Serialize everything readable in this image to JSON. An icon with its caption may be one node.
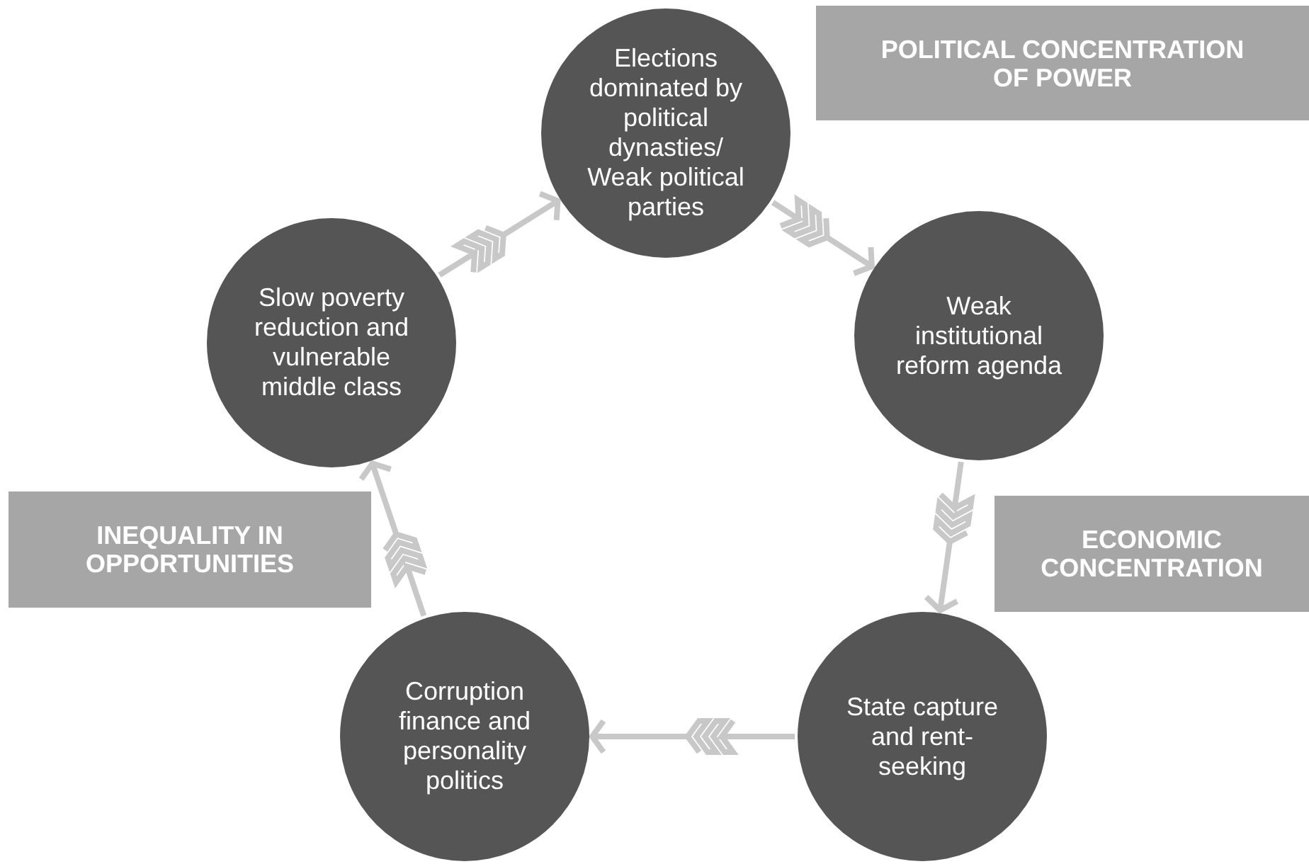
{
  "diagram": {
    "nodes": [
      {
        "text": [
          "Elections dominated by political dynasties/ Weak political parties"
        ]
      },
      {
        "text": [
          "Weak institutional reform agenda"
        ]
      },
      {
        "text": [
          "State capture and rent-seeking"
        ]
      },
      {
        "text": [
          "Corruption finance and personality politics"
        ]
      },
      {
        "text": [
          "Slow poverty reduction and vulnerable middle class"
        ]
      },
      {
        "text": [
          "POLITICAL CONCENTRATION OF POWER"
        ]
      },
      {
        "text": [
          "ECONOMIC CONCENTRATION"
        ]
      },
      {
        "text": [
          "INEQUALITY IN OPPORTUNITIES"
        ]
      }
    ],
    "edges": [
      {
        "from": 0,
        "to": 1,
        "arrow": "to"
      },
      {
        "from": 1,
        "to": 2,
        "arrow": "to"
      },
      {
        "from": 2,
        "to": 3,
        "arrow": "to"
      },
      {
        "from": 3,
        "to": 4,
        "arrow": "to"
      },
      {
        "from": 4,
        "to": 0,
        "arrow": "to"
      }
    ]
  }
}
